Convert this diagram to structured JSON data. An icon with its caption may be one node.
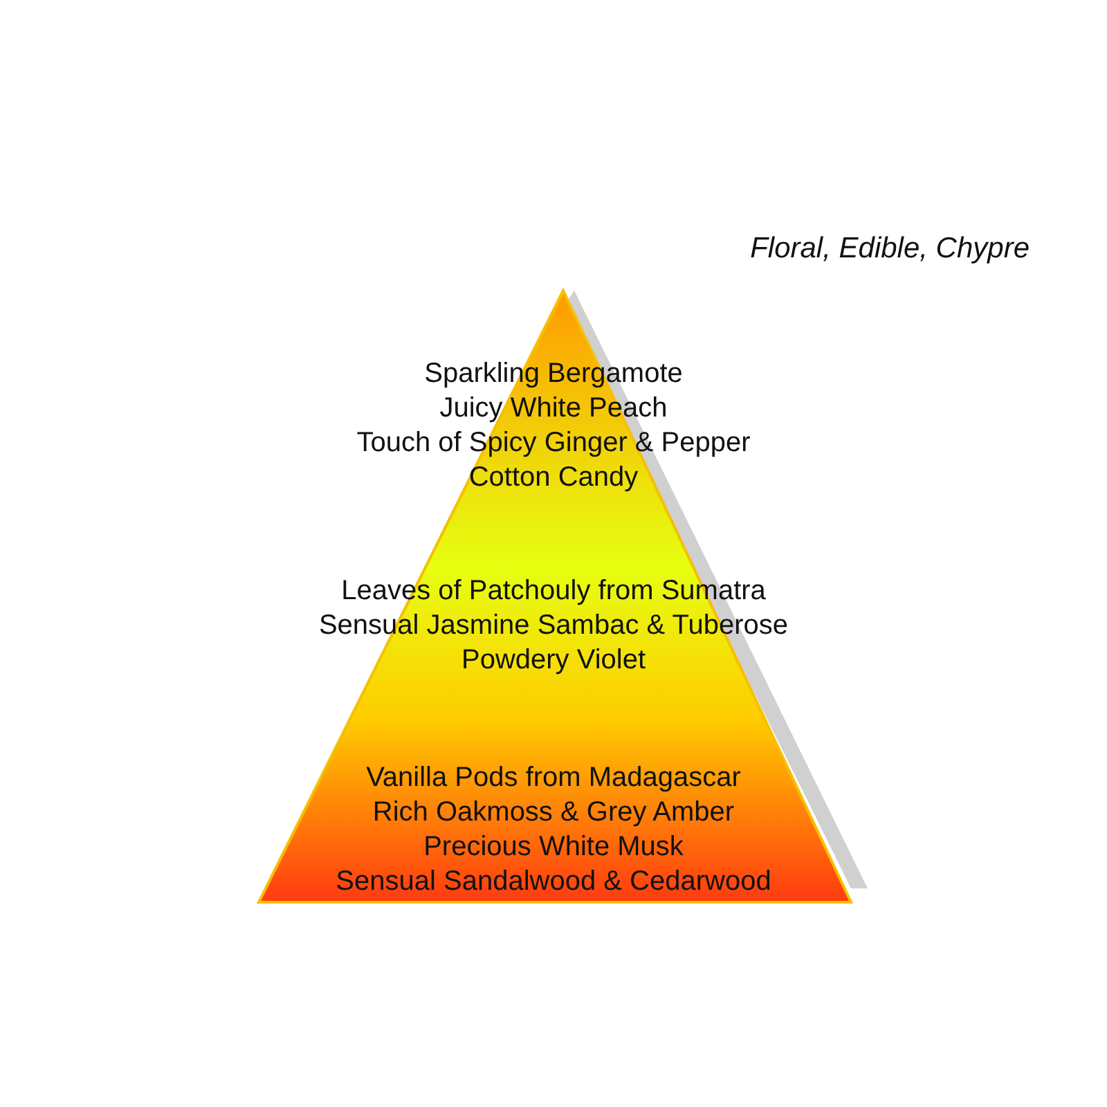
{
  "diagram": {
    "nodes": [
      {
        "text": [
          "Sparkling Bergamote",
          "Juicy White Peach",
          "Touch of Spicy Ginger & Pepper",
          "Cotton Candy",
          "Leaves of Patchouly from Sumatra",
          "Sensual Jasmine Sambac & Tuberose",
          "Powdery Violet",
          "Vanilla Pods from Madagascar",
          "Rich Oakmoss & Grey Amber",
          "Precious White Musk",
          "Sensual Sandalwood & Cedarwood"
        ]
      }
    ],
    "labels": [
      "Floral, Edible, Chypre"
    ]
  }
}
